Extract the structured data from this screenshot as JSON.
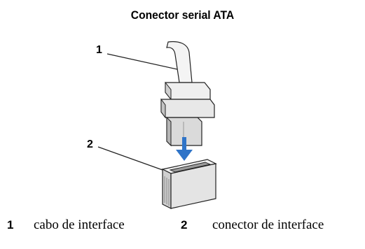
{
  "figure": {
    "title": "Conector serial ATA",
    "callouts": [
      "1",
      "2"
    ]
  },
  "legend": [
    {
      "number": "1",
      "label": "cabo de interface"
    },
    {
      "number": "2",
      "label": "conector de interface"
    }
  ],
  "colors": {
    "arrow": "#2f74c8",
    "outline": "#222222",
    "fill_light": "#f2f2f2",
    "fill_mid": "#d9d9d9",
    "fill_dark": "#b8b8b8"
  }
}
